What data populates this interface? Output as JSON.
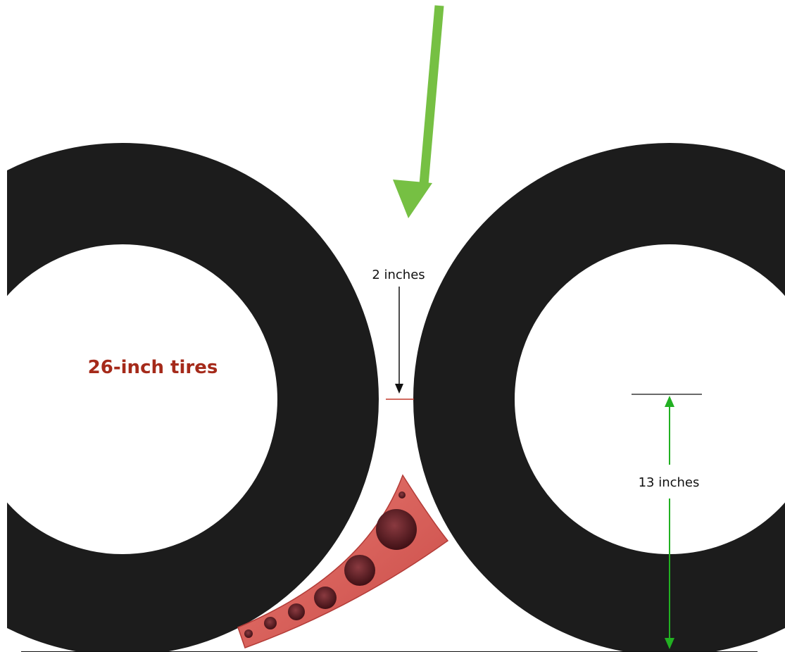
{
  "labels": {
    "tire_size": "26-inch tires",
    "gap": "2 inches",
    "radius": "13 inches"
  },
  "colors": {
    "tire": "#1c1c1c",
    "background": "#ffffff",
    "pointer_arrow": "#76c043",
    "dimension_arrow": "#22b022",
    "gap_marker": "#c0392b",
    "tire_label": "#a52a1a",
    "block": "#e0625c",
    "block_hole": "#5a1a1f",
    "ground_line": "#111111"
  },
  "icons": {
    "pointer": "green-arrow-icon",
    "block": "curved-wheel-chock-block"
  }
}
